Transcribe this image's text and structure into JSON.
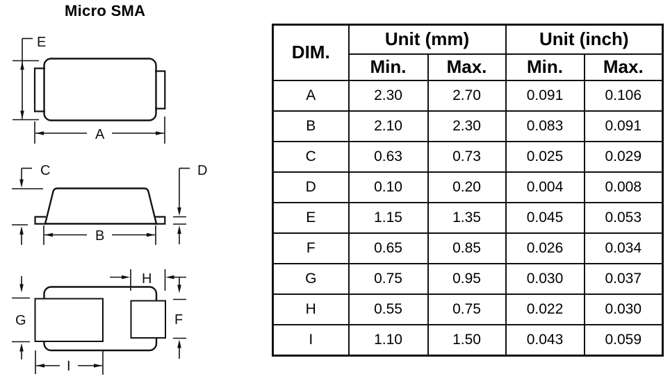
{
  "title": "Micro SMA",
  "drawings": {
    "top_view": {
      "labels": {
        "height": "E",
        "width": "A"
      }
    },
    "side_view": {
      "labels": {
        "left_height": "C",
        "lead_thickness": "D",
        "body_width": "B"
      }
    },
    "bottom_view": {
      "labels": {
        "left_pad_height": "G",
        "right_pad_height": "F",
        "right_pad_width": "H",
        "left_pad_width": "I"
      }
    }
  },
  "table": {
    "header": {
      "dim": "DIM.",
      "unit_mm": "Unit (mm)",
      "unit_inch": "Unit (inch)",
      "min": "Min.",
      "max": "Max."
    },
    "rows": [
      {
        "dim": "A",
        "mm_min": "2.30",
        "mm_max": "2.70",
        "inch_min": "0.091",
        "inch_max": "0.106"
      },
      {
        "dim": "B",
        "mm_min": "2.10",
        "mm_max": "2.30",
        "inch_min": "0.083",
        "inch_max": "0.091"
      },
      {
        "dim": "C",
        "mm_min": "0.63",
        "mm_max": "0.73",
        "inch_min": "0.025",
        "inch_max": "0.029"
      },
      {
        "dim": "D",
        "mm_min": "0.10",
        "mm_max": "0.20",
        "inch_min": "0.004",
        "inch_max": "0.008"
      },
      {
        "dim": "E",
        "mm_min": "1.15",
        "mm_max": "1.35",
        "inch_min": "0.045",
        "inch_max": "0.053"
      },
      {
        "dim": "F",
        "mm_min": "0.65",
        "mm_max": "0.85",
        "inch_min": "0.026",
        "inch_max": "0.034"
      },
      {
        "dim": "G",
        "mm_min": "0.75",
        "mm_max": "0.95",
        "inch_min": "0.030",
        "inch_max": "0.037"
      },
      {
        "dim": "H",
        "mm_min": "0.55",
        "mm_max": "0.75",
        "inch_min": "0.022",
        "inch_max": "0.030"
      },
      {
        "dim": "I",
        "mm_min": "1.10",
        "mm_max": "1.50",
        "inch_min": "0.043",
        "inch_max": "0.059"
      }
    ]
  }
}
